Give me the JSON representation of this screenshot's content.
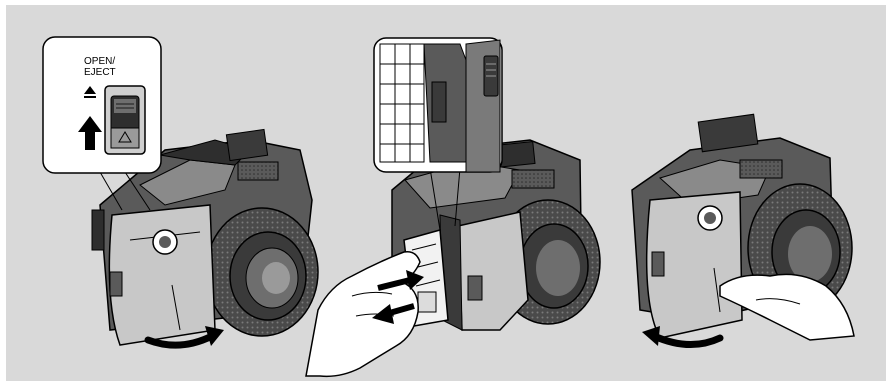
{
  "panels": [
    {
      "id": "panel-open-cover",
      "callout": {
        "label_line1": "OPEN/",
        "label_line2": "EJECT",
        "eject_icon": "eject-icon",
        "arrow_icon": "up-arrow-icon"
      },
      "motion_icon": "curved-arrow-right-icon"
    },
    {
      "id": "panel-insert-disc",
      "callout": {},
      "motion_icons": [
        "insert-arrow-icon",
        "remove-arrow-icon"
      ]
    },
    {
      "id": "panel-close-cover",
      "motion_icon": "curved-arrow-left-icon"
    }
  ],
  "colors": {
    "background_panel": "#d9d9d9",
    "camera_body": "#5a5a5a",
    "camera_dark": "#2e2e2e",
    "camera_light": "#8a8a8a",
    "cover": "#c8c8c8",
    "hand": "#ffffff",
    "outline": "#000000"
  }
}
